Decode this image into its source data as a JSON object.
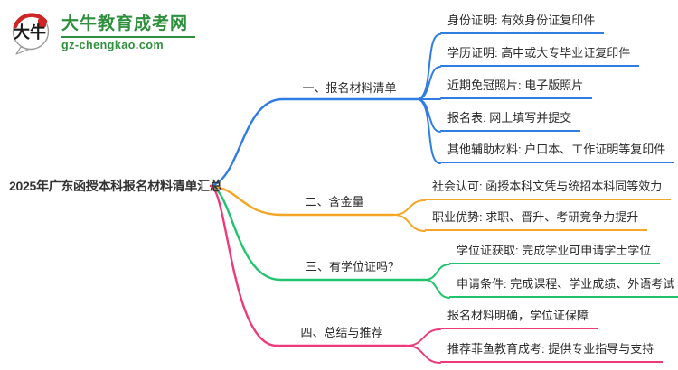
{
  "logo": {
    "icon_text": "大牛",
    "site_name": "大牛教育成考网",
    "site_domain": "gz-chengkao.com",
    "brand_green": "#2e8f3c",
    "seal_red": "#cf2525"
  },
  "central_topic": "2025年广东函授本科报名材料清单汇总",
  "branches": [
    {
      "label": "一、报名材料清单",
      "color": "#2f7de3",
      "items": [
        "身份证明: 有效身份证复印件",
        "学历证明: 高中或大专毕业证复印件",
        "近期免冠照片: 电子版照片",
        "报名表: 网上填写并提交",
        "其他辅助材料: 户口本、工作证明等复印件"
      ]
    },
    {
      "label": "二、含金量",
      "color": "#f5a623",
      "items": [
        "社会认可: 函授本科文凭与统招本科同等效力",
        "职业优势: 求职、晋升、考研竞争力提升"
      ]
    },
    {
      "label": "三、有学位证吗？",
      "color": "#1fc46d",
      "items": [
        "学位证获取: 完成学业可申请学士学位",
        "申请条件: 完成课程、学业成绩、外语考试"
      ]
    },
    {
      "label": "四、总结与推荐",
      "color": "#ee3a7b",
      "items": [
        "报名材料明确，学位证保障",
        "推荐菲鱼教育成考: 提供专业指导与支持"
      ]
    }
  ]
}
